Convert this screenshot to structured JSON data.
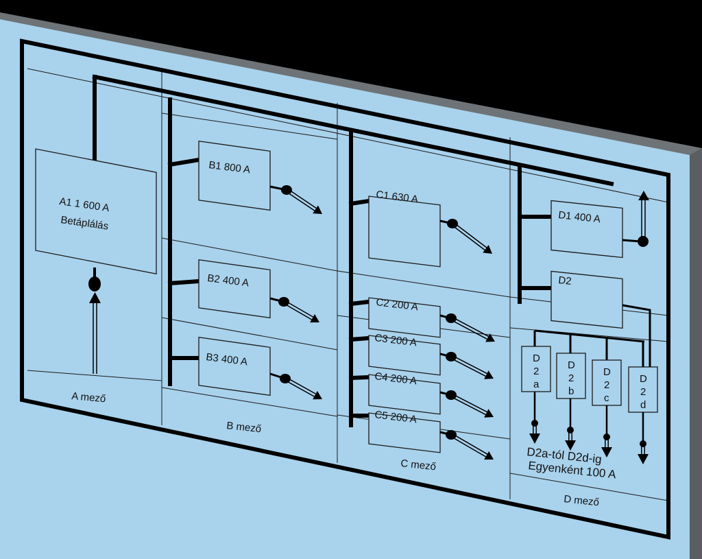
{
  "fields": {
    "a": {
      "label": "A mező",
      "box_title": "A1 1 600 A",
      "box_subtitle": "Betáplálás"
    },
    "b": {
      "label": "B mező",
      "boxes": [
        "B1 800 A",
        "B2 400 A",
        "B3 400 A"
      ]
    },
    "c": {
      "label": "C mező",
      "boxes": [
        "C1 630 A",
        "C2 200 A",
        "C3 200 A",
        "C4 200 A",
        "C5 200 A"
      ]
    },
    "d": {
      "label": "D mező",
      "boxes": [
        "D1 400 A",
        "D2"
      ],
      "sub_boxes": [
        [
          "D",
          "2",
          "a"
        ],
        [
          "D",
          "2",
          "b"
        ],
        [
          "D",
          "2",
          "c"
        ],
        [
          "D",
          "2",
          "d"
        ]
      ],
      "note_line1": "D2a-tól D2d-ig",
      "note_line2": "Egyenként 100 A"
    }
  },
  "colors": {
    "panel": "#a9d2ec",
    "panel_side": "#5e6466",
    "background": "#000000",
    "line": "#000000"
  }
}
